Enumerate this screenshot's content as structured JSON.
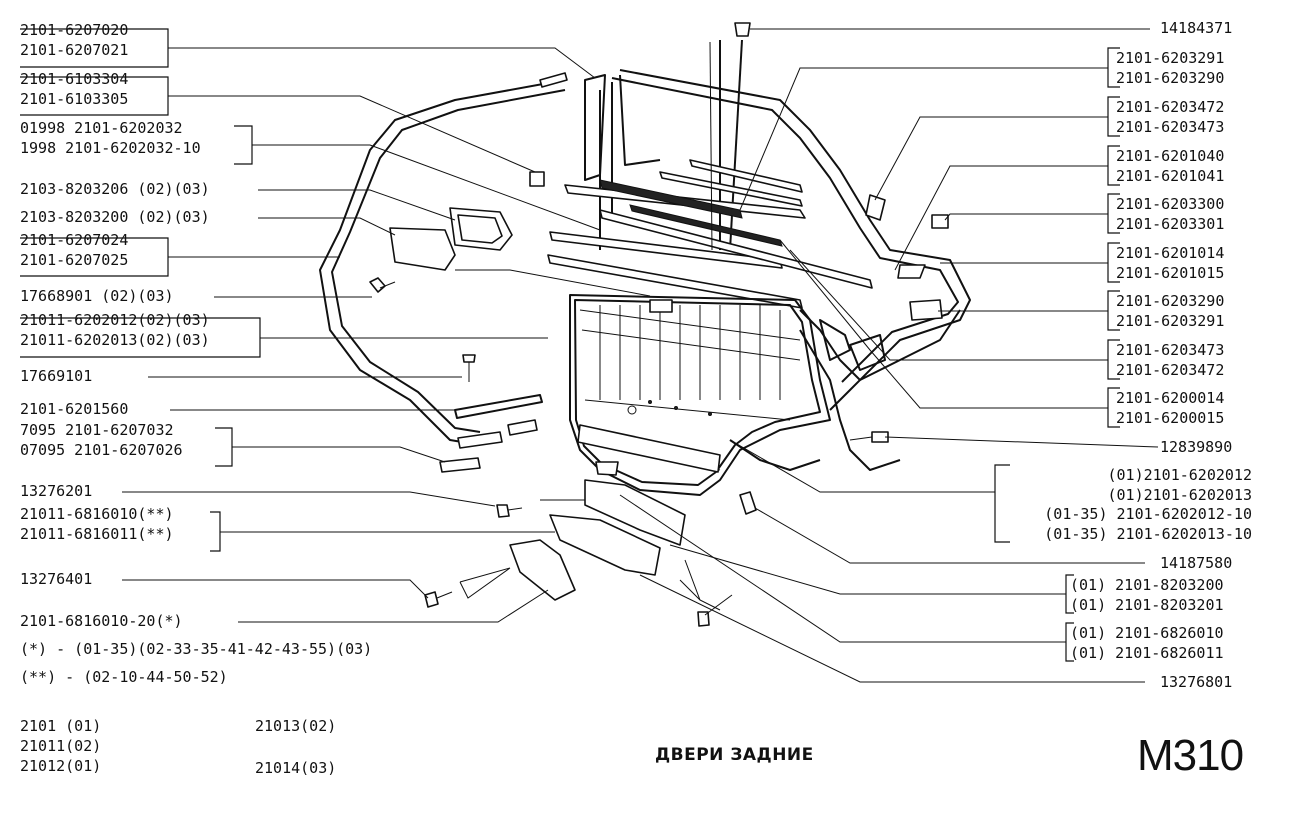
{
  "title": "ДВЕРИ ЗАДНИЕ",
  "sheet_code": "M310",
  "left_labels": {
    "l1a": "2101-6207020",
    "l1b": "2101-6207021",
    "l2a": "2101-6103304",
    "l2b": "2101-6103305",
    "l3a": "01998 2101-6202032",
    "l3b": "1998 2101-6202032-10",
    "l4": "2103-8203206 (02)(03)",
    "l5": "2103-8203200 (02)(03)",
    "l6a": "2101-6207024",
    "l6b": "2101-6207025",
    "l7": "17668901 (02)(03)",
    "l8a": "21011-6202012(02)(03)",
    "l8b": "21011-6202013(02)(03)",
    "l9": "17669101",
    "l10": "2101-6201560",
    "l11a": "7095 2101-6207032",
    "l11b": "07095 2101-6207026",
    "l12": "13276201",
    "l13a": "21011-6816010(**)",
    "l13b": "21011-6816011(**)",
    "l14": "13276401",
    "l15": "2101-6816010-20(*)"
  },
  "right_labels": {
    "r1": "14184371",
    "r2a": "2101-6203291",
    "r2b": "2101-6203290",
    "r3a": "2101-6203472",
    "r3b": "2101-6203473",
    "r4a": "2101-6201040",
    "r4b": "2101-6201041",
    "r5a": "2101-6203300",
    "r5b": "2101-6203301",
    "r6a": "2101-6201014",
    "r6b": "2101-6201015",
    "r7a": "2101-6203290",
    "r7b": "2101-6203291",
    "r8a": "2101-6203473",
    "r8b": "2101-6203472",
    "r9a": "2101-6200014",
    "r9b": "2101-6200015",
    "r10": "12839890",
    "r11a": "(01)2101-6202012",
    "r11b": "(01)2101-6202013",
    "r11c": "(01-35) 2101-6202012-10",
    "r11d": "(01-35) 2101-6202013-10",
    "r12": "14187580",
    "r13a": "(01) 2101-8203200",
    "r13b": "(01) 2101-8203201",
    "r14a": "(01) 2101-6826010",
    "r14b": "(01) 2101-6826011",
    "r15": "13276801"
  },
  "notes": {
    "n1": "(*) - (01-35)(02-33-35-41-42-43-55)(03)",
    "n2": "(**) - (02-10-44-50-52)"
  },
  "models": {
    "m1": "2101 (01)",
    "m2": "21011(02)",
    "m3": "21012(01)",
    "m4": "21013(02)",
    "m5": "21014(03)"
  }
}
